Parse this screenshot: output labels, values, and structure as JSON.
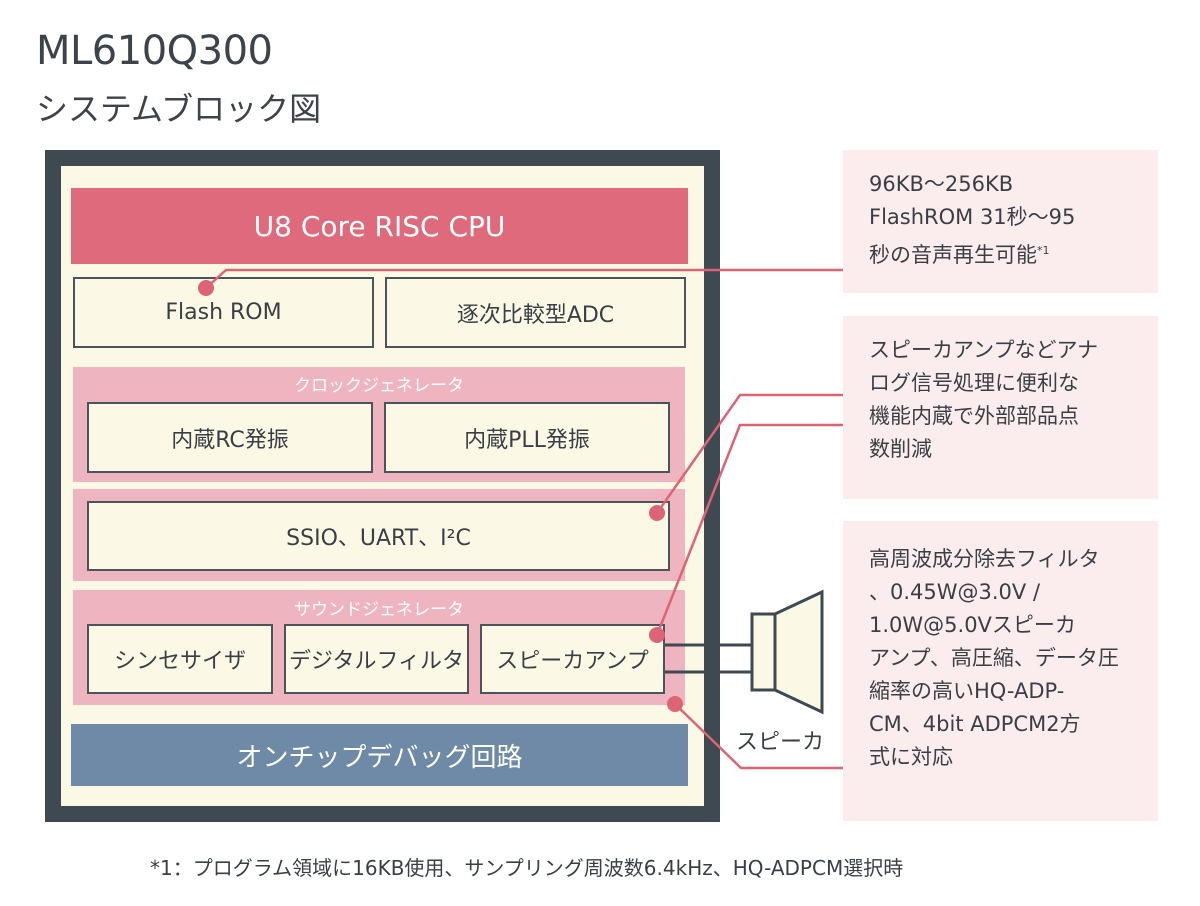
{
  "header": {
    "title": "ML610Q300",
    "subtitle": "システムブロック図"
  },
  "chip": {
    "cpu_label": "U8 Core RISC CPU",
    "flash_rom": "Flash ROM",
    "adc": "逐次比較型ADC",
    "clock": {
      "title": "クロックジェネレータ",
      "rc": "内蔵RC発振",
      "pll": "内蔵PLL発振"
    },
    "serial": "SSIO、UART、I²C",
    "sound": {
      "title": "サウンドジェネレータ",
      "synth": "シンセサイザ",
      "filter": "デジタルフィルタ",
      "amp": "スピーカアンプ"
    },
    "debug": "オンチップデバッグ回路"
  },
  "speaker": {
    "label": "スピーカ"
  },
  "notes": {
    "memory": [
      "96KB〜256KB",
      "FlashROM 31秒〜95",
      "秒の音声再生可能"
    ],
    "memory_ref": "*1",
    "analog": [
      "スピーカアンプなどアナ",
      "ログ信号処理に便利な",
      "機能内蔵で外部部品点",
      "数削減"
    ],
    "sound": [
      "高周波成分除去フィルタ",
      "、0.45W@3.0V /",
      "1.0W@5.0Vスピーカ",
      "アンプ、高圧縮、データ圧",
      "縮率の高いHQ-ADP-",
      "CM、4bit ADPCM2方",
      "式に対応"
    ]
  },
  "footnote": "*1：プログラム領域に16KB使用、サンプリング周波数6.4kHz、HQ-ADPCM選択時",
  "colors": {
    "chip_border": "#3f4952",
    "chip_fill": "#fbf9e6",
    "cpu": "#de6a7b",
    "group": "#eeb5c0",
    "debug": "#6e8aa6",
    "note_bg": "#fbecee",
    "accent": "#dd6475"
  }
}
